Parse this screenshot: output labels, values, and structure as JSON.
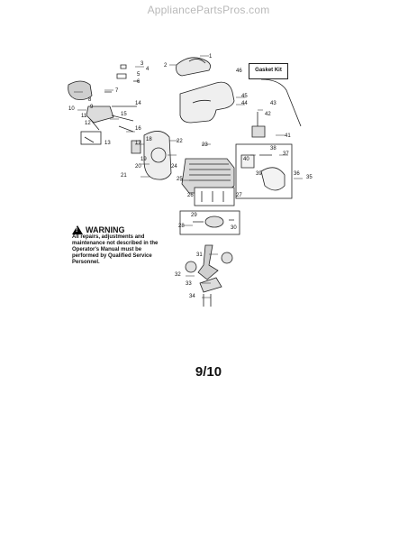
{
  "watermark": "AppliancePartsPros.com",
  "gasket_kit_label": "Gasket Kit",
  "gasket_kit_number": "46",
  "warning": {
    "title": "WARNING",
    "body": "All repairs, adjustments and maintenance not described in the Operator's Manual must be performed by Qualified Service Personnel."
  },
  "page_number": "9/10",
  "part_numbers": [
    "1",
    "2",
    "3",
    "4",
    "5",
    "6",
    "7",
    "8",
    "9",
    "10",
    "11",
    "12",
    "13",
    "14",
    "15",
    "16",
    "17",
    "18",
    "19",
    "20",
    "21",
    "22",
    "23",
    "24",
    "25",
    "26",
    "27",
    "28",
    "29",
    "30",
    "31",
    "32",
    "33",
    "34",
    "35",
    "36",
    "37",
    "38",
    "39",
    "40",
    "41",
    "42",
    "43",
    "44",
    "45"
  ]
}
